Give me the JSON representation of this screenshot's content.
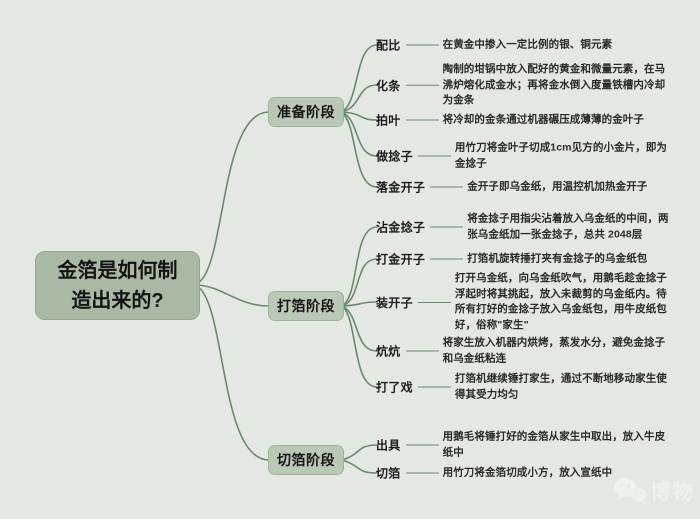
{
  "colors": {
    "background": "#e4e8e2",
    "root_fill": "#a9b9a4",
    "branch_fill": "#bac9b5",
    "line": "#6a8a6c",
    "text": "#1d1d1d",
    "watermark": "#f0f2ee"
  },
  "root": {
    "label": "金箔是如何制造出来的?"
  },
  "branches": [
    {
      "label": "准备阶段",
      "children": [
        {
          "label": "配比",
          "desc": "在黄金中掺入一定比例的银、铜元素"
        },
        {
          "label": "化条",
          "desc": "陶制的坩锅中放入配好的黄金和微量元素，在马沸炉熔化成金水；再将金水倒入度量铁槽内冷却为金条"
        },
        {
          "label": "拍叶",
          "desc": "将冷却的金条通过机器碾压成薄薄的金叶子"
        },
        {
          "label": "做捻子",
          "desc": "用竹刀将金叶子切成1cm见方的小金片，即为金捻子"
        },
        {
          "label": "落金开子",
          "desc": "金开子即乌金纸，用温控机加热金开子"
        }
      ]
    },
    {
      "label": "打箔阶段",
      "children": [
        {
          "label": "沾金捻子",
          "desc": "将金捻子用指尖沾着放入乌金纸的中间，两张乌金纸加一张金捻子，总共 2048层"
        },
        {
          "label": "打金开子",
          "desc": "打箔机旋转捶打夹有金捻子的乌金纸包"
        },
        {
          "label": "装开子",
          "desc": "打开乌金纸，向乌金纸吹气，用鹅毛趁金捻子浮起时将其挑起，放入未裁剪的乌金纸内。待所有打好的金捻子放入乌金纸包，用牛皮纸包好，俗称\"家生\""
        },
        {
          "label": "炕炕",
          "desc": "将家生放入机器内烘烤，蒸发水分，避免金捻子和乌金纸粘连"
        },
        {
          "label": "打了戏",
          "desc": "打箔机继续锤打家生，通过不断地移动家生使得其受力均匀"
        }
      ]
    },
    {
      "label": "切箔阶段",
      "children": [
        {
          "label": "出具",
          "desc": "用鹅毛将锤打好的金箔从家生中取出，放入牛皮纸中"
        },
        {
          "label": "切箔",
          "desc": "用竹刀将金箔切成小方，放入宣纸中"
        }
      ]
    }
  ],
  "watermark": {
    "text": "博物",
    "icon": "wechat-icon"
  }
}
